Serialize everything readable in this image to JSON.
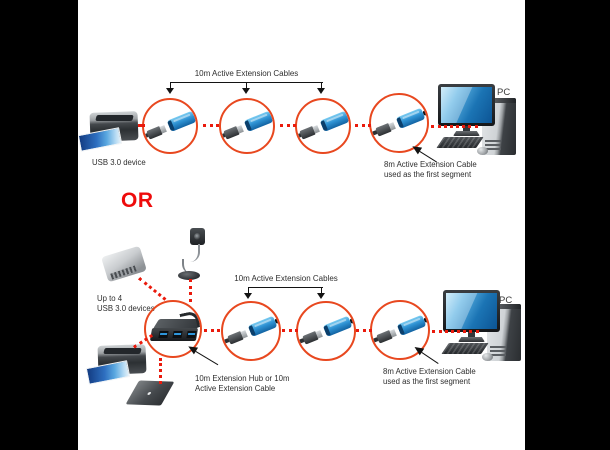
{
  "or_label": "OR",
  "top_setup": {
    "device_label": "USB 3.0 device",
    "cables_label": "10m Active Extension Cables",
    "segment_label": "8m Active Extension Cable\nused as the first segment",
    "pc_label": "PC"
  },
  "bottom_setup": {
    "devices_label": "Up to 4\nUSB 3.0 devices",
    "cables_label": "10m Active Extension Cables",
    "hub_label": "10m Extension Hub or 10m\nActive Extension Cable",
    "segment_label": "8m Active Extension Cable\nused as the first segment",
    "pc_label": "PC"
  },
  "colors": {
    "circle_stroke": "#e8481f",
    "dotted_line": "#ea1a0c",
    "or_text": "#ee0b0b",
    "connector_blue": "#2f93d4"
  }
}
